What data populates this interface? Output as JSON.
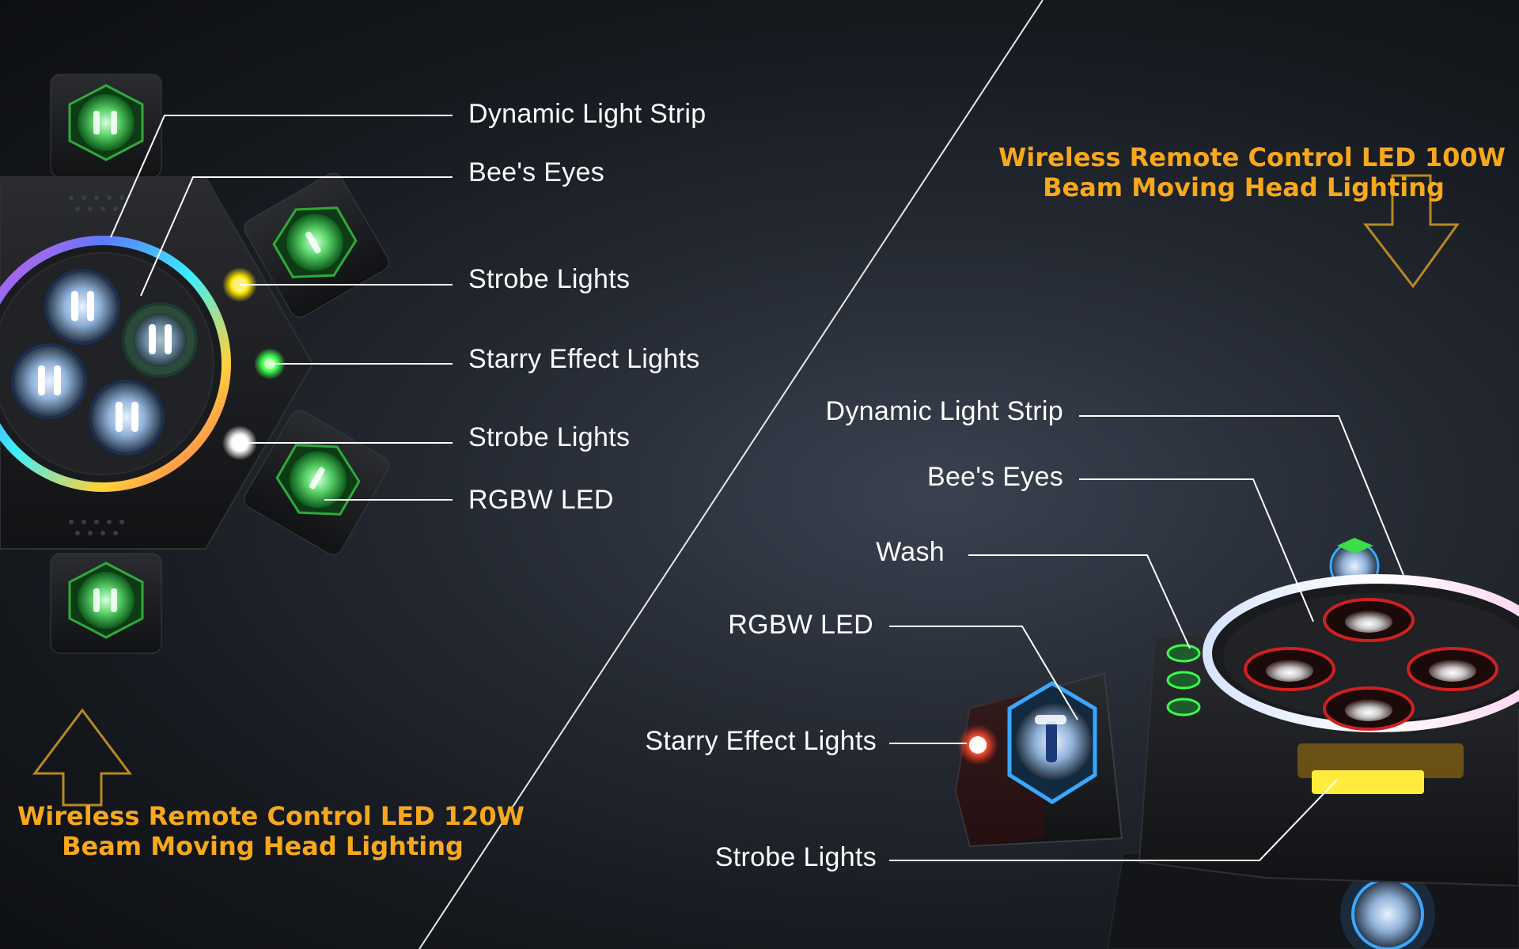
{
  "left_product": {
    "headline": {
      "line1": "Wireless Remote Control LED 120W",
      "line2": "Beam Moving Head Lighting"
    },
    "labels": [
      "Dynamic Light Strip",
      "Bee's Eyes",
      "Strobe Lights",
      "Starry Effect Lights",
      "Strobe Lights",
      "RGBW LED"
    ]
  },
  "right_product": {
    "headline": {
      "line1": "Wireless Remote Control LED 100W",
      "line2": "Beam Moving Head Lighting"
    },
    "labels": [
      "Dynamic Light Strip",
      "Bee's Eyes",
      "Wash",
      "RGBW LED",
      "Starry Effect Lights",
      "Strobe Lights"
    ]
  },
  "colors": {
    "headline": "#f7a81b",
    "arrow": "#b88a1f",
    "label": "#ffffff",
    "lens_green": "#3ddc4a",
    "lens_blue": "#3aa7ff",
    "strobe_yellow": "#ffe600",
    "strobe_white": "#ffffff",
    "starry_green": "#38ff4a",
    "starry_red": "#ff2a1a"
  }
}
